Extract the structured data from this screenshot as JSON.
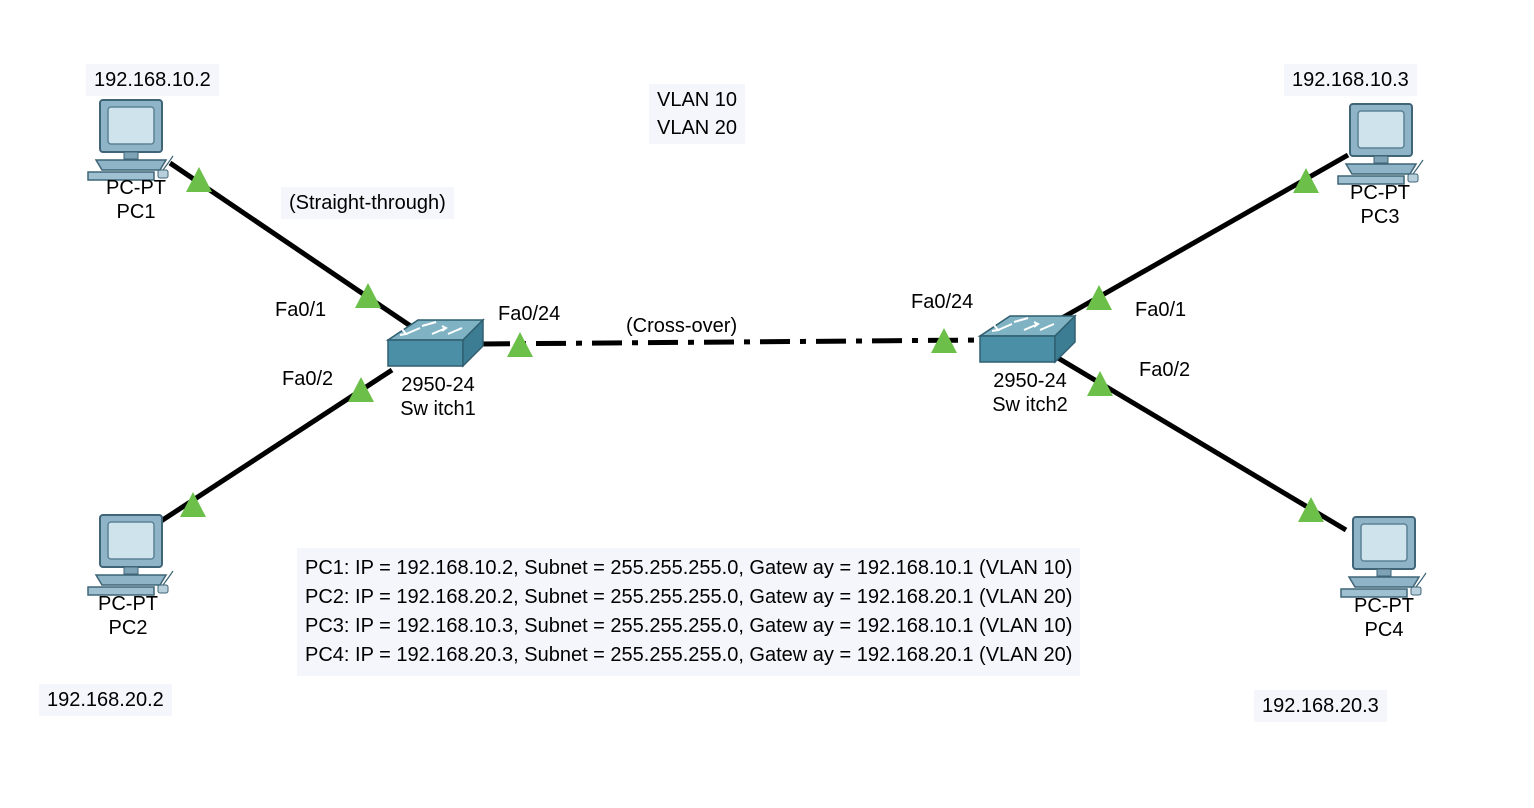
{
  "pcs": [
    {
      "id": "pc1",
      "type": "PC-PT",
      "name": "PC1",
      "ip": "192.168.10.2"
    },
    {
      "id": "pc2",
      "type": "PC-PT",
      "name": "PC2",
      "ip": "192.168.20.2"
    },
    {
      "id": "pc3",
      "type": "PC-PT",
      "name": "PC3",
      "ip": "192.168.10.3"
    },
    {
      "id": "pc4",
      "type": "PC-PT",
      "name": "PC4",
      "ip": "192.168.20.3"
    }
  ],
  "switches": [
    {
      "id": "switch1",
      "model": "2950-24",
      "name": "Sw itch1"
    },
    {
      "id": "switch2",
      "model": "2950-24",
      "name": "Sw itch2"
    }
  ],
  "ports": {
    "sw1_fa01": "Fa0/1",
    "sw1_fa02": "Fa0/2",
    "sw1_fa024": "Fa0/24",
    "sw2_fa024": "Fa0/24",
    "sw2_fa01": "Fa0/1",
    "sw2_fa02": "Fa0/2"
  },
  "cables": {
    "straight": "(Straight-through)",
    "cross": "(Cross-over)"
  },
  "vlans": [
    "VLAN 10",
    "VLAN 20"
  ],
  "ip_table": [
    "PC1: IP = 192.168.10.2, Subnet = 255.255.255.0, Gatew ay = 192.168.10.1 (VLAN 10)",
    "PC2: IP = 192.168.20.2, Subnet = 255.255.255.0, Gatew ay = 192.168.20.1 (VLAN 20)",
    "PC3: IP = 192.168.10.3, Subnet = 255.255.255.0, Gatew ay = 192.168.10.1 (VLAN 10)",
    "PC4: IP = 192.168.20.3, Subnet = 255.255.255.0, Gatew ay = 192.168.20.1 (VLAN 20)"
  ],
  "colors": {
    "link": "#000000",
    "link_up": "#6cc04a",
    "switch_top": "#7fb3c4",
    "switch_front": "#4a8fa6",
    "pc_body": "#8fb4c8",
    "pc_screen": "#cfe3ec",
    "note_bg": "#f4f6fb"
  }
}
